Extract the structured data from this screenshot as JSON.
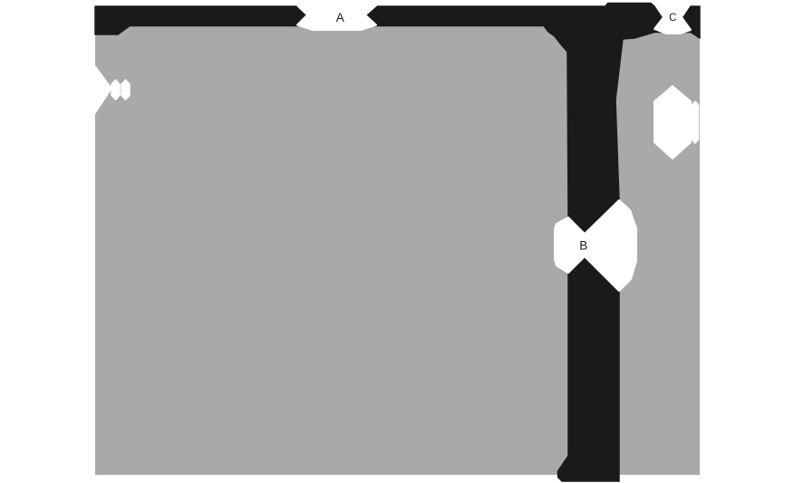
{
  "diagram": {
    "type": "labeled-region-map",
    "labels": {
      "a": "A",
      "b": "B",
      "c": "C"
    },
    "colors": {
      "background": "#ffffff",
      "region": "#a9a9a9",
      "network": "#1a1a1a",
      "callout": "#ffffff",
      "label_text": "#1a1a1a"
    }
  }
}
